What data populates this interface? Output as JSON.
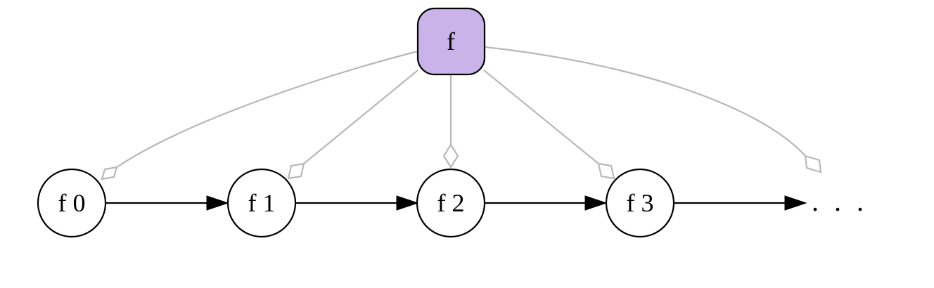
{
  "diagram": {
    "root": {
      "label": "f",
      "fill": "#c9b3e8"
    },
    "nodes": [
      {
        "label": "f 0"
      },
      {
        "label": "f 1"
      },
      {
        "label": "f 2"
      },
      {
        "label": "f 3"
      }
    ],
    "continuation": ". . .",
    "colors": {
      "aggregation_edge": "#b8b8b8",
      "sequence_edge": "#000000"
    }
  }
}
